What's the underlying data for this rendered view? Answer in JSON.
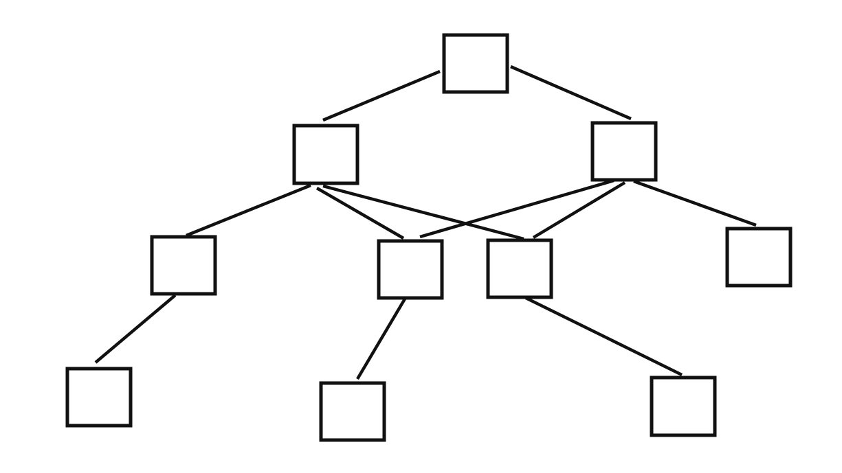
{
  "diagram": {
    "type": "hierarchy",
    "stroke_color": "#111111",
    "fill_color": "#ffffff",
    "background": "#ffffff",
    "nodes": [
      {
        "id": "root",
        "level": 0,
        "label": ""
      },
      {
        "id": "l1-left",
        "level": 1,
        "label": ""
      },
      {
        "id": "l1-right",
        "level": 1,
        "label": ""
      },
      {
        "id": "l2-a",
        "level": 2,
        "label": ""
      },
      {
        "id": "l2-b",
        "level": 2,
        "label": ""
      },
      {
        "id": "l2-c",
        "level": 2,
        "label": ""
      },
      {
        "id": "l2-d",
        "level": 2,
        "label": ""
      },
      {
        "id": "l3-a",
        "level": 3,
        "label": ""
      },
      {
        "id": "l3-b",
        "level": 3,
        "label": ""
      },
      {
        "id": "l3-c",
        "level": 3,
        "label": ""
      }
    ],
    "edges": [
      {
        "from": "root",
        "to": "l1-left"
      },
      {
        "from": "root",
        "to": "l1-right"
      },
      {
        "from": "l1-left",
        "to": "l2-a"
      },
      {
        "from": "l1-left",
        "to": "l2-b"
      },
      {
        "from": "l1-left",
        "to": "l2-c"
      },
      {
        "from": "l1-right",
        "to": "l2-b"
      },
      {
        "from": "l1-right",
        "to": "l2-c"
      },
      {
        "from": "l1-right",
        "to": "l2-d"
      },
      {
        "from": "l2-a",
        "to": "l3-a"
      },
      {
        "from": "l2-b",
        "to": "l3-b"
      },
      {
        "from": "l2-c",
        "to": "l3-c"
      }
    ]
  }
}
